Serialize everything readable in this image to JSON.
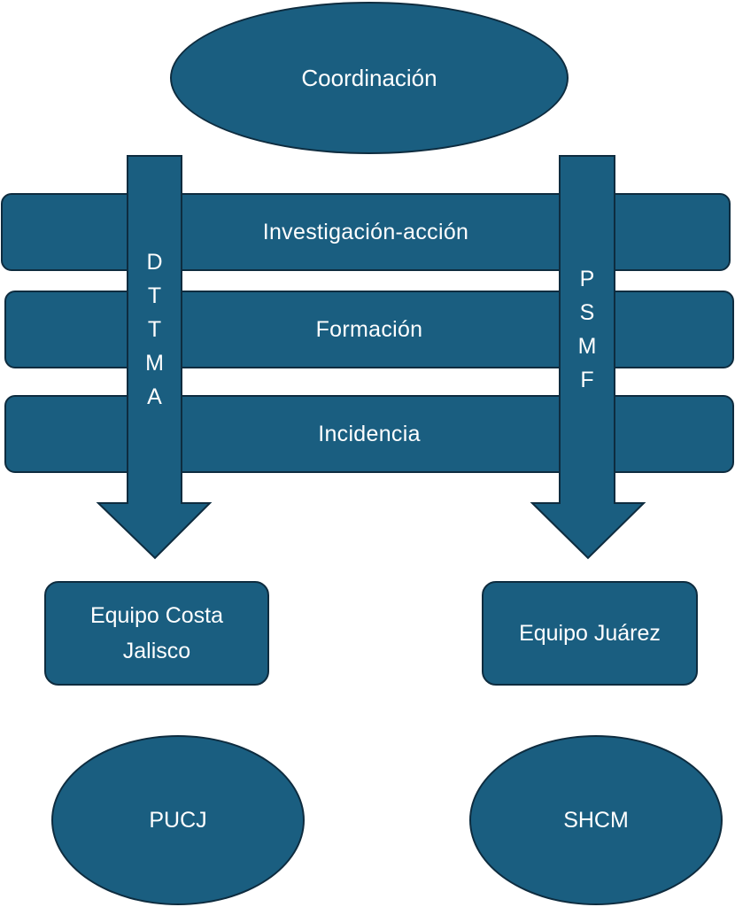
{
  "colors": {
    "fill": "#1a5e80",
    "stroke": "#0e2c3f",
    "text": "#ffffff"
  },
  "coordination": {
    "label": "Coordinación"
  },
  "bands": [
    {
      "label": "Investigación-acción"
    },
    {
      "label": "Formación"
    },
    {
      "label": "Incidencia"
    }
  ],
  "arrows": [
    {
      "letters": [
        "D",
        "T",
        "T",
        "M",
        "A"
      ]
    },
    {
      "letters": [
        "P",
        "S",
        "M",
        "F"
      ]
    }
  ],
  "teams": [
    {
      "label": "Equipo Costa Jalisco"
    },
    {
      "label": "Equipo Juárez"
    }
  ],
  "institutions": [
    {
      "label": "PUCJ"
    },
    {
      "label": "SHCM"
    }
  ]
}
